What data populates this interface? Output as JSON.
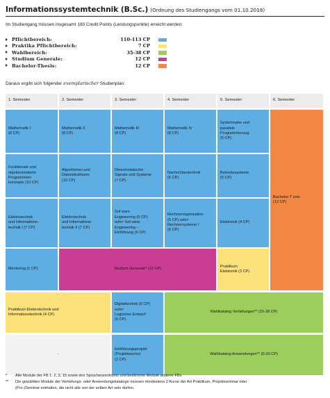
{
  "header": {
    "title": "Informationssystemtechnik (B.Sc.)",
    "subtitle": "(Ordnung des Studiengangs vom 01.10.2018)"
  },
  "intro": "Im Studiengang müssen insgesamt 180 Credit Points (Leistungspunkte) erreicht werden:",
  "cp_items": [
    {
      "label": "Pflichtbereich:",
      "value": "110-113 CP",
      "color": "#5eaee3"
    },
    {
      "label": "Praktika Pflichtbereich:",
      "value": "7 CP",
      "color": "#fde17a"
    },
    {
      "label": "Wahlbereich:",
      "value": "35-38 CP",
      "color": "#9ccd5d"
    },
    {
      "label": "Studium Generale:",
      "value": "12 CP",
      "color": "#c93e92"
    },
    {
      "label": "Bachelor-Thesis:",
      "value": "12 CP",
      "color": "#f28843"
    }
  ],
  "plan_intro": {
    "before": "Daraus ergibt sich folgender",
    "em": "exemplarischer",
    "after": "Studienplan:"
  },
  "semesters": [
    "1. Semester",
    "2. Semester",
    "3. Semester",
    "4. Semester",
    "5. Semester",
    "6. Semester"
  ],
  "cells": {
    "s1_math": {
      "name": "Mathematik I",
      "cp": "(8 CP)"
    },
    "s2_math": {
      "name": "Mathematik II",
      "cp": "(8 CP)"
    },
    "s3_math": {
      "name": "Mathematik III",
      "cp": "(8 CP)"
    },
    "s4_math": {
      "name": "Mathematik IV",
      "cp": "(8 CP)"
    },
    "s5_sys": {
      "name_l1": "Systemnahe und",
      "name_l2": "parallele",
      "name_l3": "Programmierung",
      "cp": "(5 CP)"
    },
    "s1_func": {
      "l1": "Funktionale und",
      "l2": "objektorientierte",
      "l3": "Programmier-",
      "l4": "konzepte (10 CP)"
    },
    "s2_algo": {
      "l1": "Algorithmen und",
      "l2": "Datenstrukturen",
      "cp": "(10 CP)"
    },
    "s3_det": {
      "l1": "Deterministische",
      "l2": "Signale und Systeme",
      "cp": "(7 CP)"
    },
    "s4_nach": {
      "name": "Nachrichtentechnik",
      "cp": "(6 CP)"
    },
    "s5_betr": {
      "name": "Betriebssysteme",
      "cp": "(5 CP)"
    },
    "s1_etech": {
      "l1": "Elektrotechnik",
      "l2": "und Informations-",
      "l3": "technik I (7 CP)"
    },
    "s2_etech": {
      "l1": "Elektrotechnik",
      "l2": "und Informations-",
      "l3": "technik II (7 CP)"
    },
    "s3_sw": {
      "l1": "Sof ware",
      "l2": "Engineering (5 CP)",
      "or": "oder",
      "l3b": "Sof ware",
      "l4": "Engineering –",
      "l5": "Einführung (6 CP)"
    },
    "s4_rech": {
      "l1": "Rechnerorganisation",
      "l2a": "(5 CP)",
      "or": "oder",
      "l3": "Rechnersysteme I",
      "cp": "(6 CP)"
    },
    "s5_elek": {
      "name": "Elektronik (4 CP)"
    },
    "s6_thesis": {
      "name": "Bachelor-T  esis",
      "cp": "(12 CP)"
    },
    "s1_mentor": {
      "name": "Mentoring (1 CP)"
    },
    "studium_generale": {
      "name": "Studium Generale* (12 CP)"
    },
    "s5_prakt": {
      "l1": "Praktikum",
      "l2": "Elektronik (3 CP)"
    },
    "prakt_etech": {
      "l1": "Praktikum Elektrotechnik und",
      "l2": "Informationstechnik (4 CP)"
    },
    "s3_digi": {
      "l1": "Digitaltechnik (5 CP)",
      "or": "oder",
      "l2": "Logischer Entwurf",
      "cp": "(6 CP)"
    },
    "wk_vertiefung": {
      "name": "Wahlkatalog Vertiefungen** (15-38 CP)"
    },
    "dash": {
      "name": "-"
    },
    "s3_einf": {
      "l1": "Einführungsprojekt",
      "l2": "(Projektwoche)",
      "cp": "(2 CP)"
    },
    "wk_anwendung": {
      "name": "Wahlkatalog Anwendungen** (0-20 CP)"
    }
  },
  "footnotes": [
    {
      "mark": "*",
      "text": "Alle Module der FB 1, 2, 3, 15 sowie des Sprachenzentrums und bestimmte Module anderer FBs"
    },
    {
      "mark": "**",
      "text": "Die gewählten Module der Vertiefungs- oder Anwendungskataloge müssen mindestens 2 Kurse der Art Praktikum, Projektseminar oder",
      "cont": "(Pro-)Seminar enthalten, die nicht alle von der selben Art sein dürfen."
    }
  ]
}
